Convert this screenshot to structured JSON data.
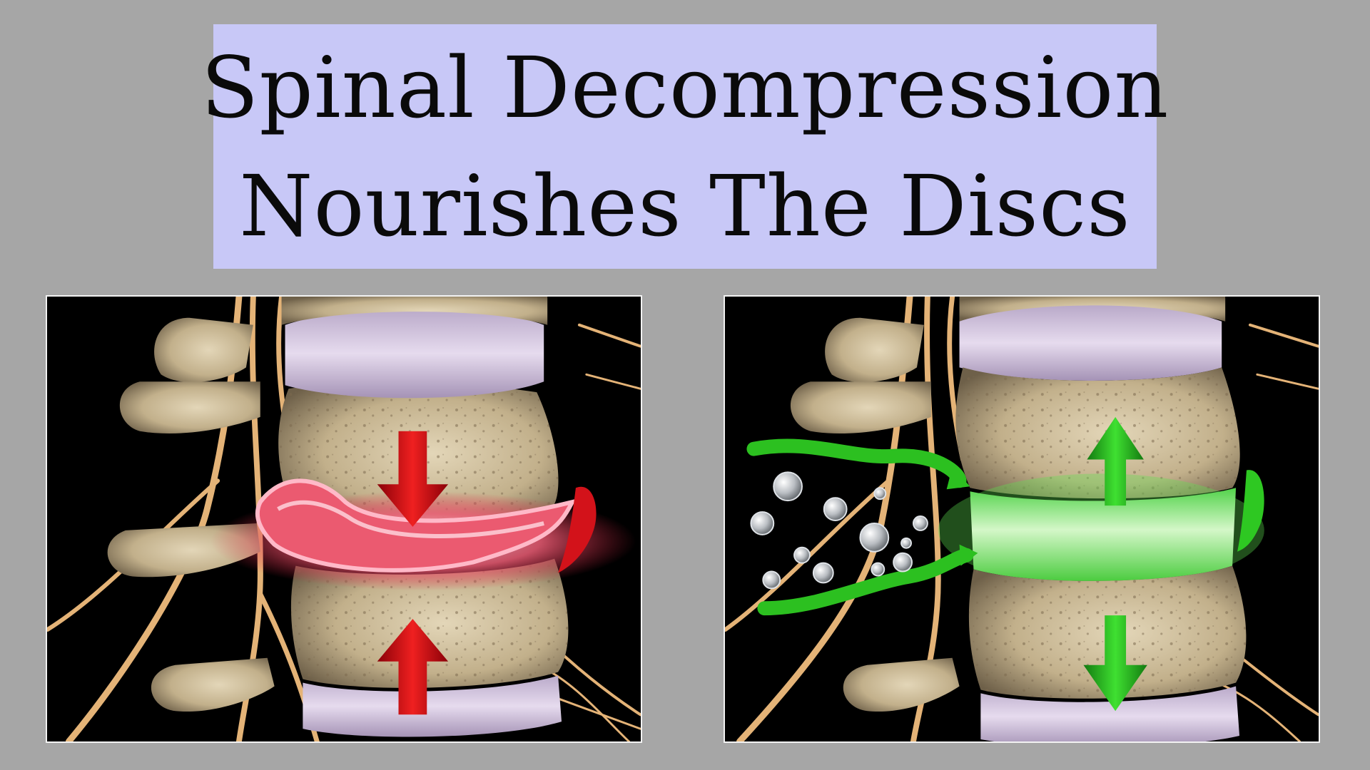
{
  "slide": {
    "title_line_1": "Spinal Decompression",
    "title_line_2": "Nourishes The Discs"
  },
  "colors": {
    "background": "#a6a6a6",
    "title_box": "#c8c8f7",
    "compressed_disc": "#e8576a",
    "compression_arrow": "#d5131d",
    "healthy_disc": "#7be36b",
    "decompression_arrow": "#27b51c",
    "bone": "#c8b897",
    "nerve": "#e4b377",
    "normal_disc": "#cdc1d8"
  },
  "panels": [
    {
      "state": "compressed",
      "arrows": "inward"
    },
    {
      "state": "decompressed",
      "arrows": "outward"
    }
  ]
}
